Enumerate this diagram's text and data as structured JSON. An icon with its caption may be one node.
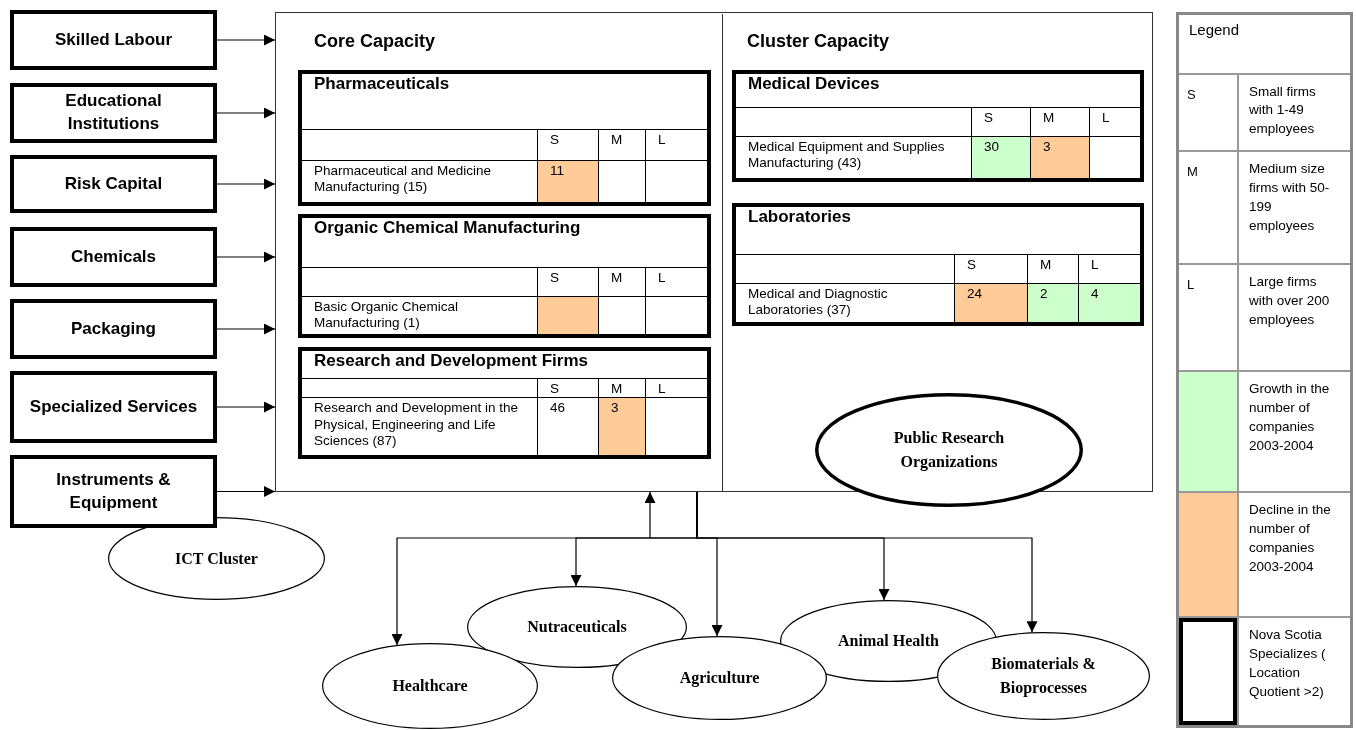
{
  "diagram": {
    "nodes": [
      {
        "text": [
          "Skilled Labour"
        ]
      },
      {
        "text": [
          "Educational Institutions"
        ]
      },
      {
        "text": [
          "Risk Capital"
        ]
      },
      {
        "text": [
          "Chemicals"
        ]
      },
      {
        "text": [
          "Packaging"
        ]
      },
      {
        "text": [
          "Specialized Services"
        ]
      },
      {
        "text": [
          "Instruments & Equipment"
        ]
      },
      {
        "text": [],
        "shape": "box"
      },
      {
        "text": [
          "Core Capacity"
        ],
        "in": 7
      },
      {
        "text": [
          "Cluster Capacity"
        ],
        "in": 7
      },
      {
        "text": [
          "Pharmaceuticals",
          "S",
          "M",
          "L",
          "Pharmaceutical and Medicine Manufacturing (15)",
          "11"
        ],
        "in": 8
      },
      {
        "text": [
          "Organic Chemical Manufacturing",
          "S",
          "M",
          "L",
          "Basic Organic Chemical Manufacturing (1)"
        ],
        "in": 8
      },
      {
        "text": [
          "Research and Development Firms",
          "S",
          "M",
          "L",
          "Research and Development in the Physical, Engineering and Life Sciences (87)",
          "46",
          "3"
        ],
        "in": 8
      },
      {
        "text": [
          "Medical Devices",
          "S",
          "M",
          "L",
          "Medical Equipment and Supplies Manufacturing (43)",
          "30",
          "3"
        ],
        "in": 9
      },
      {
        "text": [
          "Laboratories",
          "S",
          "M",
          "L",
          "Medical and Diagnostic Laboratories (37)",
          "24",
          "2",
          "4"
        ],
        "in": 9
      },
      {
        "text": [
          "Public Research Organizations"
        ]
      },
      {
        "text": [
          "ICT Cluster"
        ]
      },
      {
        "text": [
          "Healthcare"
        ]
      },
      {
        "text": [
          "Nutraceuticals"
        ]
      },
      {
        "text": [
          "Agriculture"
        ]
      },
      {
        "text": [
          "Animal Health"
        ]
      },
      {
        "text": [
          "Biomaterials & Bioprocesses"
        ]
      }
    ],
    "edges": [
      {
        "from": 0,
        "to": 7,
        "arrow": "to"
      },
      {
        "from": 1,
        "to": 7,
        "arrow": "to"
      },
      {
        "from": 2,
        "to": 7,
        "arrow": "to"
      },
      {
        "from": 3,
        "to": 7,
        "arrow": "to"
      },
      {
        "from": 4,
        "to": 7,
        "arrow": "to"
      },
      {
        "from": 5,
        "to": 7,
        "arrow": "to"
      },
      {
        "from": 6,
        "to": 7,
        "arrow": "to"
      },
      {
        "from": 7,
        "to": 17,
        "arrow": "to"
      },
      {
        "from": 7,
        "to": 18,
        "arrow": "to"
      },
      {
        "from": 7,
        "to": 19,
        "arrow": "to"
      },
      {
        "from": 7,
        "to": 20,
        "arrow": "to"
      },
      {
        "from": 7,
        "to": 21,
        "arrow": "to"
      },
      {
        "from": null,
        "to": 7,
        "arrow": "to"
      }
    ],
    "labels": [
      "Legend",
      "S",
      "Small firms with 1-49 employees",
      "M",
      "Medium size firms with 50-199 employees",
      "L",
      "Large firms with over 200 employees"
    ],
    "legend": [
      {
        "text": "Growth in the number of companies 2003-2004",
        "color": "#ccffcc"
      },
      {
        "text": "Decline in the number of companies 2003-2004",
        "color": "#ffcc99"
      },
      {
        "text": "Nova Scotia Specializes ( Location Quotient >2)"
      }
    ]
  }
}
